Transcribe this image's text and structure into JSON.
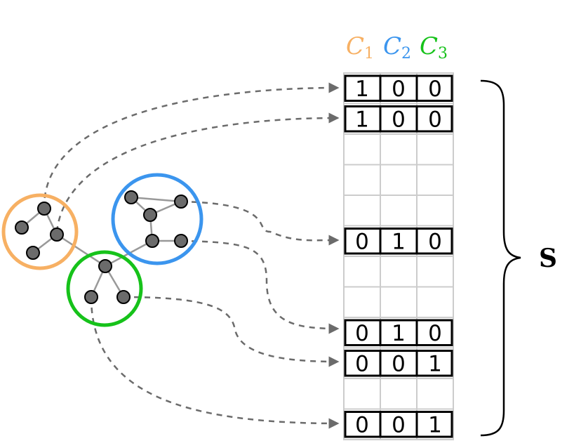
{
  "colors": {
    "orange": "#f7b063",
    "blue": "#3b95ee",
    "green": "#16c21a",
    "node_fill": "#6b6b6b",
    "edge": "#999999",
    "arrow": "#6b6b6b",
    "grid": "#cccccc"
  },
  "column_headers": [
    {
      "letter": "C",
      "sub": "1",
      "color_key": "orange"
    },
    {
      "letter": "C",
      "sub": "2",
      "color_key": "blue"
    },
    {
      "letter": "C",
      "sub": "3",
      "color_key": "green"
    }
  ],
  "matrix_label": "S",
  "rows": [
    {
      "slot": 0,
      "values": [
        "1",
        "0",
        "0"
      ]
    },
    {
      "slot": 1,
      "values": [
        "1",
        "0",
        "0"
      ]
    },
    {
      "slot": 5,
      "values": [
        "0",
        "1",
        "0"
      ]
    },
    {
      "slot": 8,
      "values": [
        "0",
        "1",
        "0"
      ]
    },
    {
      "slot": 9,
      "values": [
        "0",
        "0",
        "1"
      ]
    },
    {
      "slot": 11,
      "values": [
        "0",
        "0",
        "1"
      ]
    }
  ]
}
